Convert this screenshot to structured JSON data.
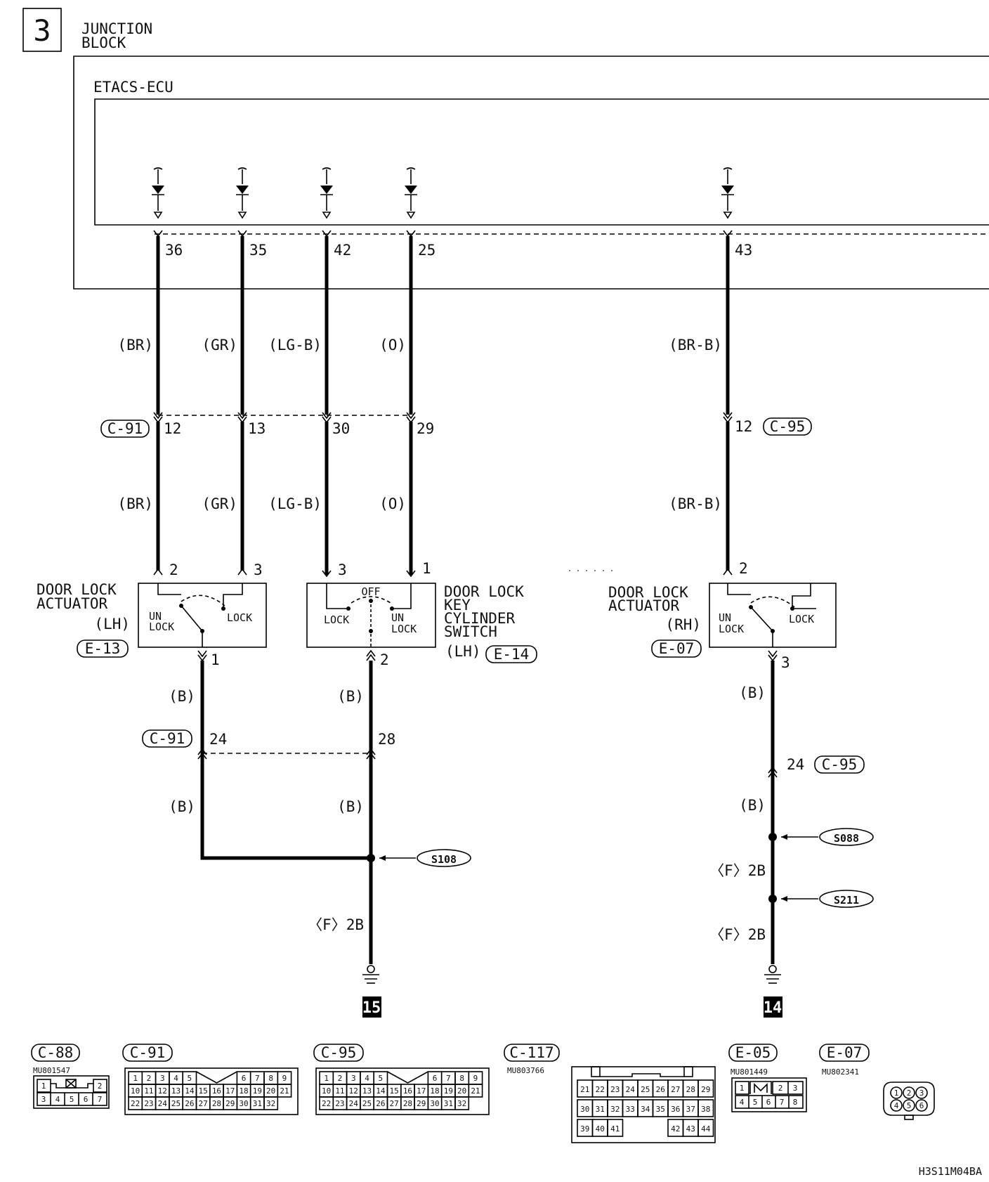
{
  "section_number": "3",
  "junction_block": {
    "line1": "JUNCTION",
    "line2": "BLOCK"
  },
  "ecu_label": "ETACS-ECU",
  "ecu_pins": [
    "36",
    "35",
    "42",
    "25",
    "43"
  ],
  "wire_colors": {
    "w36": "(BR)",
    "w35": "(GR)",
    "w42": "(LG-B)",
    "w25": "(O)",
    "w43": "(BR-B)",
    "ground": "(B)",
    "ground_f": "〈F〉2B"
  },
  "connectors": {
    "c91": "C-91",
    "c95": "C-95",
    "e13": "E-13",
    "e14": "E-14",
    "e07": "E-07",
    "c88": "C-88",
    "c117": "C-117",
    "e05": "E-05"
  },
  "c91_pins": [
    "12",
    "13",
    "30",
    "29",
    "24",
    "28"
  ],
  "c95_pins": [
    "12",
    "24"
  ],
  "lh_actuator": {
    "title1": "DOOR LOCK",
    "title2": "ACTUATOR",
    "side": "(LH)",
    "unlock1": "UN",
    "unlock2": "LOCK",
    "lock": "LOCK",
    "pins": [
      "2",
      "3",
      "1"
    ]
  },
  "key_switch": {
    "title1": "DOOR LOCK",
    "title2": "KEY",
    "title3": "CYLINDER",
    "title4": "SWITCH",
    "side": "(LH)",
    "off": "OFF",
    "lock": "LOCK",
    "unlock1": "UN",
    "unlock2": "LOCK",
    "pins": [
      "3",
      "1",
      "2"
    ]
  },
  "rh_actuator": {
    "title1": "DOOR LOCK",
    "title2": "ACTUATOR",
    "side": "(RH)",
    "unlock1": "UN",
    "unlock2": "LOCK",
    "lock": "LOCK",
    "pins": [
      "2",
      "3"
    ]
  },
  "splices": {
    "s108": "S108",
    "s088": "S088",
    "s211": "S211"
  },
  "grounds": {
    "g15": "15",
    "g14": "14"
  },
  "part_numbers": {
    "c88": "MU801547",
    "c117": "MU803766",
    "e05": "MU801449",
    "e07": "MU802341"
  },
  "connector_faces": {
    "c88_rows": [
      [
        "1",
        "",
        "2"
      ],
      [
        "3",
        "4",
        "5",
        "6",
        "7"
      ]
    ],
    "c91_rows": [
      [
        "1",
        "2",
        "3",
        "4",
        "5",
        "",
        "6",
        "7",
        "8",
        "9"
      ],
      [
        "10",
        "11",
        "12",
        "13",
        "14",
        "15",
        "16",
        "17",
        "18",
        "19",
        "20",
        "21"
      ],
      [
        "22",
        "23",
        "24",
        "25",
        "26",
        "27",
        "28",
        "29",
        "30",
        "31",
        "32"
      ]
    ],
    "c95_rows": [
      [
        "1",
        "2",
        "3",
        "4",
        "5",
        "",
        "6",
        "7",
        "8",
        "9"
      ],
      [
        "10",
        "11",
        "12",
        "13",
        "14",
        "15",
        "16",
        "17",
        "18",
        "19",
        "20",
        "21"
      ],
      [
        "22",
        "23",
        "24",
        "25",
        "26",
        "27",
        "28",
        "29",
        "30",
        "31",
        "32"
      ]
    ],
    "c117_rows": [
      [
        "21",
        "22",
        "23",
        "24",
        "25",
        "26",
        "27",
        "28",
        "29"
      ],
      [
        "30",
        "31",
        "32",
        "33",
        "34",
        "35",
        "36",
        "37",
        "38"
      ],
      [
        "39",
        "40",
        "41",
        "42",
        "43",
        "44"
      ]
    ],
    "e05_rows": [
      [
        "1",
        "2",
        "3"
      ],
      [
        "4",
        "5",
        "6",
        "7",
        "8"
      ]
    ],
    "e07_pins": [
      "1",
      "2",
      "3",
      "4",
      "5",
      "6"
    ]
  },
  "figure_code": "H3S11M04BA"
}
